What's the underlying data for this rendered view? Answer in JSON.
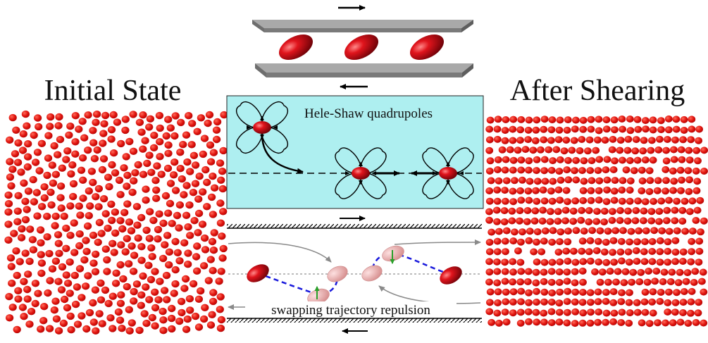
{
  "left_panel": {
    "title": "Initial State",
    "particle_color": "#e0120c"
  },
  "right_panel": {
    "title": "After Shearing",
    "particle_color": "#e0120c"
  },
  "hele_shaw_panel": {
    "label": "Hele-Shaw quadrupoles",
    "background": "#aeeff0"
  },
  "swap_panel": {
    "label": "swapping trajectory repulsion",
    "trajectory_color": "#1a1adc",
    "ghost_color": "#eeb2b2",
    "displacement_arrow_color": "#2aa02a"
  },
  "colors": {
    "plate": "#8c8c8c",
    "ellipsoid": "#c8101a"
  }
}
